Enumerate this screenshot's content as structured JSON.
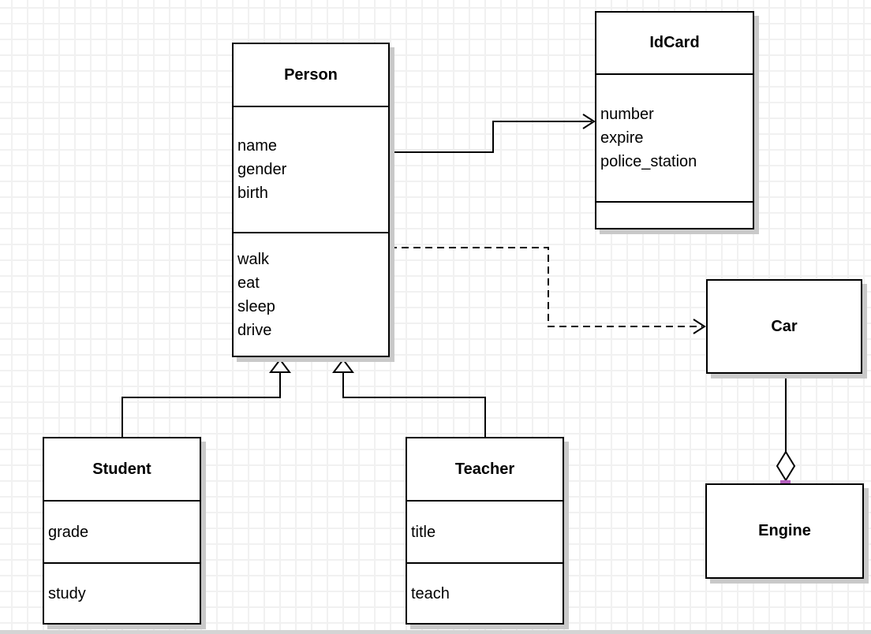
{
  "diagram": {
    "kind": "uml-class-diagram",
    "classes": [
      {
        "name": "Person",
        "attributes": [
          "name",
          "gender",
          "birth"
        ],
        "methods": [
          "walk",
          "eat",
          "sleep",
          "drive"
        ]
      },
      {
        "name": "IdCard",
        "attributes": [
          "number",
          "expire",
          "police_station"
        ],
        "methods": []
      },
      {
        "name": "Car",
        "attributes": [],
        "methods": []
      },
      {
        "name": "Engine",
        "attributes": [],
        "methods": []
      },
      {
        "name": "Student",
        "attributes": [
          "grade"
        ],
        "methods": [
          "study"
        ]
      },
      {
        "name": "Teacher",
        "attributes": [
          "title"
        ],
        "methods": [
          "teach"
        ]
      }
    ],
    "relationships": [
      {
        "from": "Person",
        "to": "IdCard",
        "type": "association",
        "line": "solid",
        "arrow": "open"
      },
      {
        "from": "Person",
        "to": "Car",
        "type": "dependency",
        "line": "dashed",
        "arrow": "open"
      },
      {
        "from": "Student",
        "to": "Person",
        "type": "generalization",
        "line": "solid",
        "arrow": "hollow-triangle"
      },
      {
        "from": "Teacher",
        "to": "Person",
        "type": "generalization",
        "line": "solid",
        "arrow": "hollow-triangle"
      },
      {
        "from": "Car",
        "to": "Engine",
        "type": "aggregation",
        "line": "solid",
        "arrow": "hollow-diamond"
      }
    ],
    "colors": {
      "background": "#ffffff",
      "grid_line": "#f1f1f1",
      "box_border": "#000000",
      "box_shadow": "#c9c9c9",
      "connection_handle": "#b661bf"
    }
  }
}
